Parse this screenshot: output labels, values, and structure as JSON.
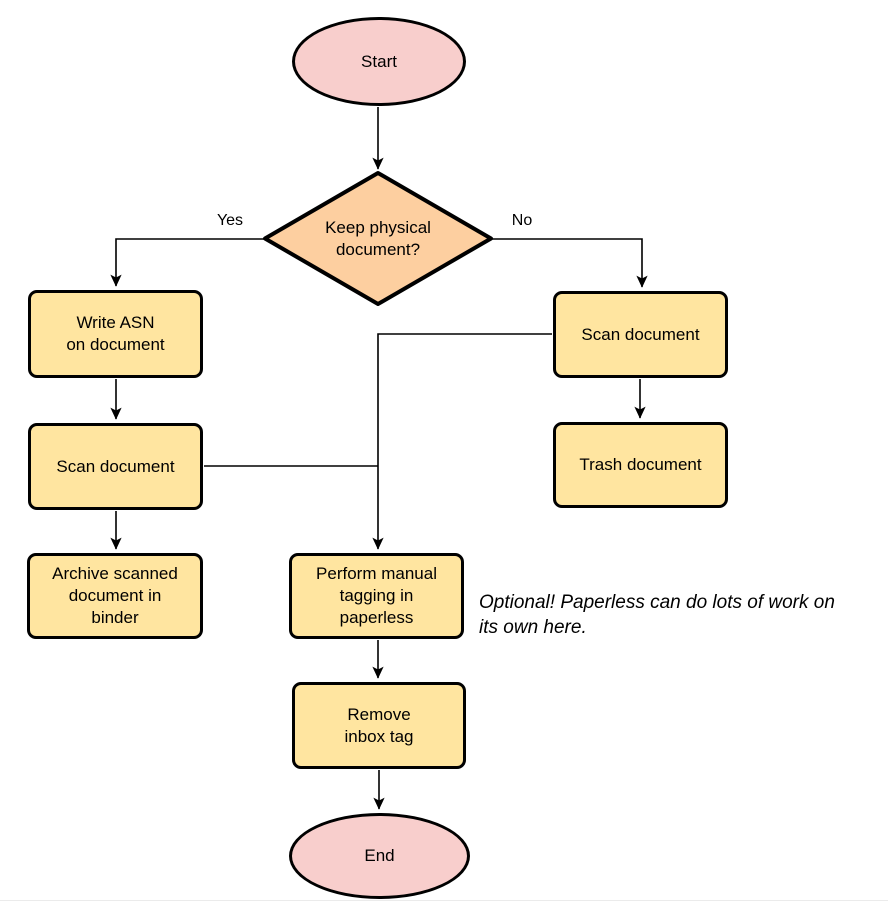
{
  "nodes": {
    "start": {
      "label": "Start",
      "type": "terminator"
    },
    "decision": {
      "label": "Keep physical\ndocument?",
      "type": "decision"
    },
    "write_asn": {
      "label": "Write ASN\non document",
      "type": "process"
    },
    "scan_left": {
      "label": "Scan document",
      "type": "process"
    },
    "archive": {
      "label": "Archive scanned\ndocument in\nbinder",
      "type": "process"
    },
    "scan_right": {
      "label": "Scan document",
      "type": "process"
    },
    "trash": {
      "label": "Trash document",
      "type": "process"
    },
    "tagging": {
      "label": "Perform manual\ntagging in\npaperless",
      "type": "process"
    },
    "remove_inbox": {
      "label": "Remove\ninbox tag",
      "type": "process"
    },
    "end": {
      "label": "End",
      "type": "terminator"
    }
  },
  "edge_labels": {
    "yes": "Yes",
    "no": "No"
  },
  "annotation": "Optional! Paperless can do lots of work on\nits own here.",
  "colors": {
    "terminator_fill": "#f8cecc",
    "decision_fill": "#fdcfa0",
    "process_fill": "#ffe5a0",
    "stroke": "#000000"
  }
}
